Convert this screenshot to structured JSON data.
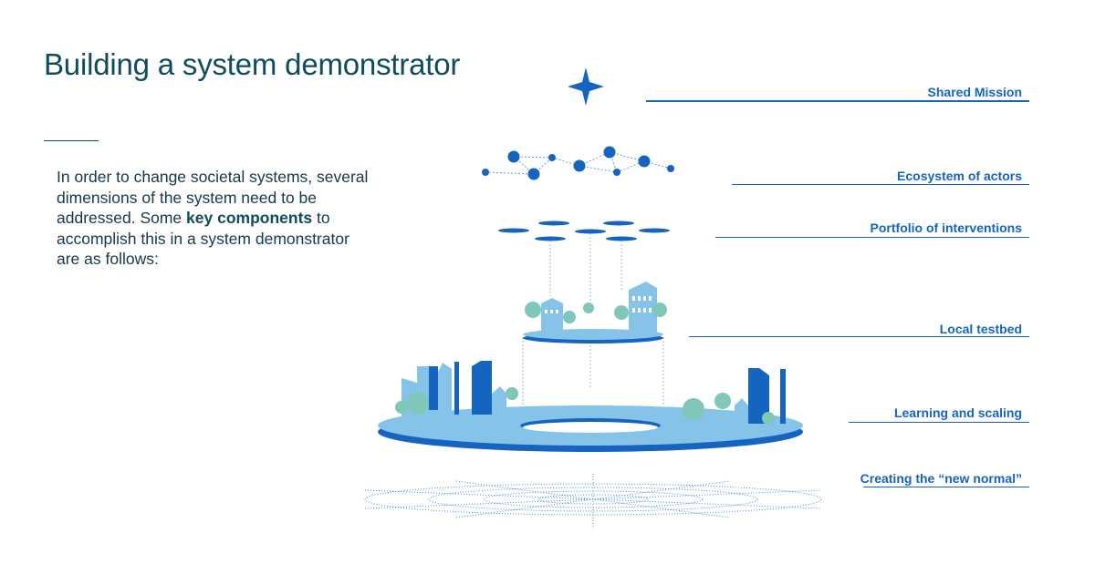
{
  "title": "Building a system demonstrator",
  "body": {
    "text_before": "In order to change societal systems, several dimensions of the system need to be addressed. Some ",
    "bold": "key components",
    "text_after": " to accomplish this in a system demonstrator are as follows:"
  },
  "layers": [
    {
      "label": "Shared Mission",
      "icon": "star-icon"
    },
    {
      "label": "Ecosystem of actors",
      "icon": "network-icon"
    },
    {
      "label": "Portfolio of interventions",
      "icon": "discs-icon"
    },
    {
      "label": "Local testbed",
      "icon": "small-city-platform"
    },
    {
      "label": "Learning and scaling",
      "icon": "large-city-ring"
    },
    {
      "label": "Creating the “new normal”",
      "icon": "dotted-ripples"
    }
  ],
  "colors": {
    "title": "#0f4c5c",
    "accent": "#1565c0",
    "light_blue": "#85c4e8",
    "green": "#7fc7b8"
  }
}
